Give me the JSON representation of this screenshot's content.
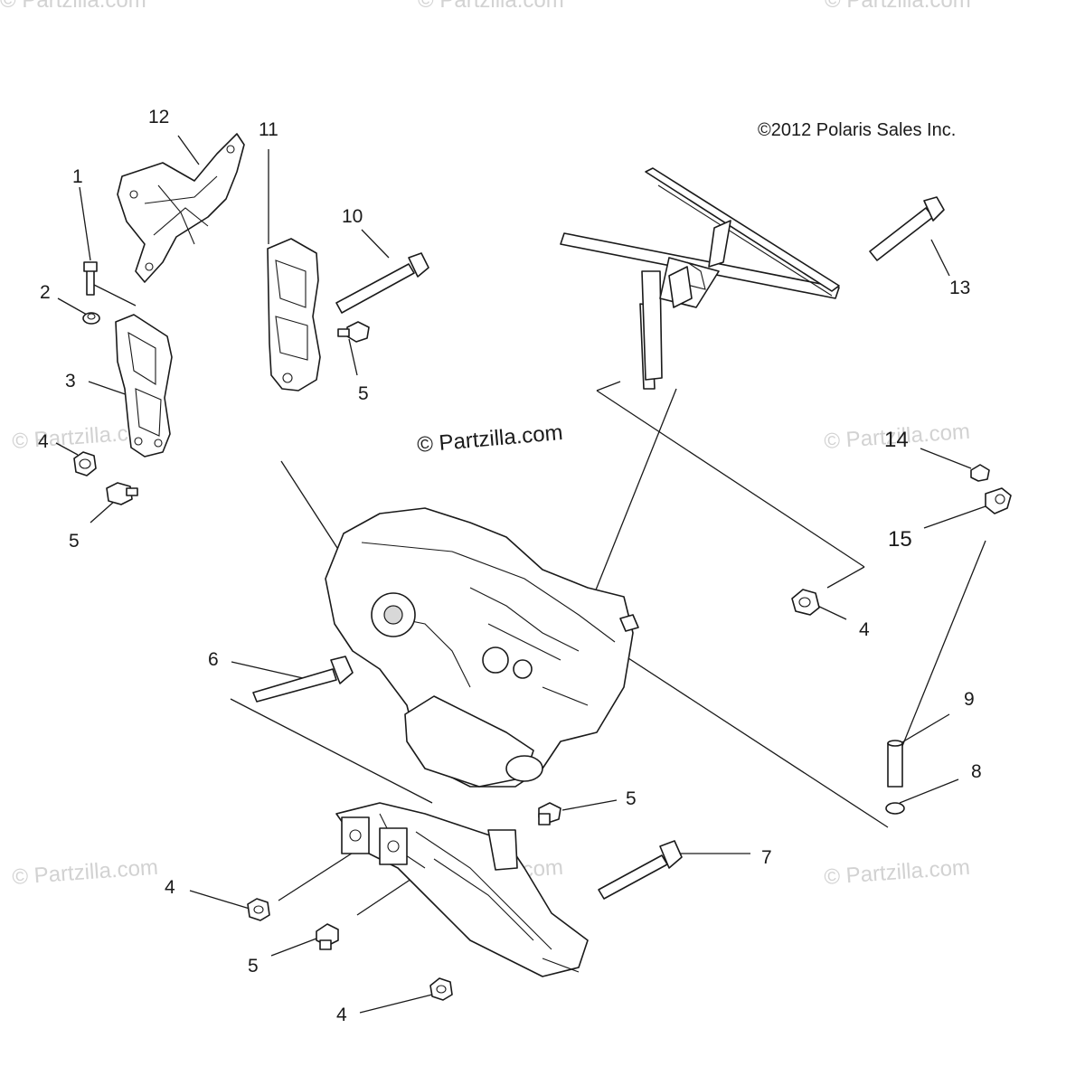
{
  "copyright": "©2012 Polaris Sales Inc.",
  "watermarks": {
    "center": "© Partzilla.com",
    "faint": "© Partzilla.com"
  },
  "callouts": [
    {
      "id": "c1",
      "text": "1"
    },
    {
      "id": "c2",
      "text": "2"
    },
    {
      "id": "c3",
      "text": "3"
    },
    {
      "id": "c4a",
      "text": "4"
    },
    {
      "id": "c5a",
      "text": "5"
    },
    {
      "id": "c12",
      "text": "12"
    },
    {
      "id": "c11",
      "text": "11"
    },
    {
      "id": "c10",
      "text": "10"
    },
    {
      "id": "c5b",
      "text": "5"
    },
    {
      "id": "c13",
      "text": "13"
    },
    {
      "id": "c14",
      "text": "14"
    },
    {
      "id": "c15",
      "text": "15"
    },
    {
      "id": "c4b",
      "text": "4"
    },
    {
      "id": "c6",
      "text": "6"
    },
    {
      "id": "c9",
      "text": "9"
    },
    {
      "id": "c8",
      "text": "8"
    },
    {
      "id": "c5c",
      "text": "5"
    },
    {
      "id": "c7",
      "text": "7"
    },
    {
      "id": "c4c",
      "text": "4"
    },
    {
      "id": "c5d",
      "text": "5"
    },
    {
      "id": "c4d",
      "text": "4"
    }
  ]
}
